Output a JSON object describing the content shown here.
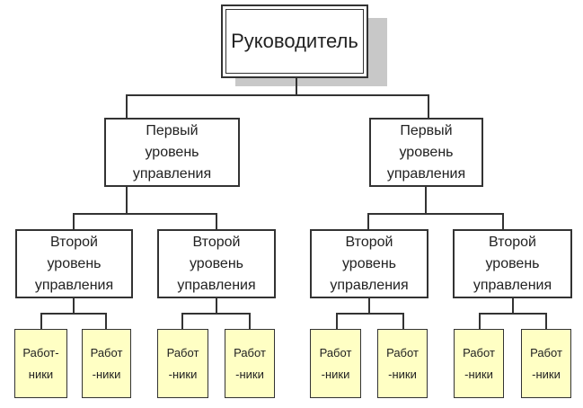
{
  "diagram": {
    "type": "org-chart",
    "colors": {
      "worker_fill": "#ffffc4",
      "box_fill": "#ffffff",
      "shadow": "#c8c8c8",
      "line": "#333333"
    },
    "root": {
      "label": "Руководитель"
    },
    "level1": [
      {
        "label": "Первый\nуровень\nуправления"
      },
      {
        "label": "Первый\nуровень\nуправления"
      }
    ],
    "level2": [
      {
        "label": "Второй\nуровень\nуправления"
      },
      {
        "label": "Второй\nуровень\nуправления"
      },
      {
        "label": "Второй\nуровень\nуправления"
      },
      {
        "label": "Второй\nуровень\nуправления"
      }
    ],
    "workers": [
      {
        "label": "Работ-\nники"
      },
      {
        "label": "Работ\n-ники"
      },
      {
        "label": "Работ\n-ники"
      },
      {
        "label": "Работ\n-ники"
      },
      {
        "label": "Работ\n-ники"
      },
      {
        "label": "Работ\n-ники"
      },
      {
        "label": "Работ\n-ники"
      },
      {
        "label": "Работ\n-ники"
      }
    ]
  }
}
